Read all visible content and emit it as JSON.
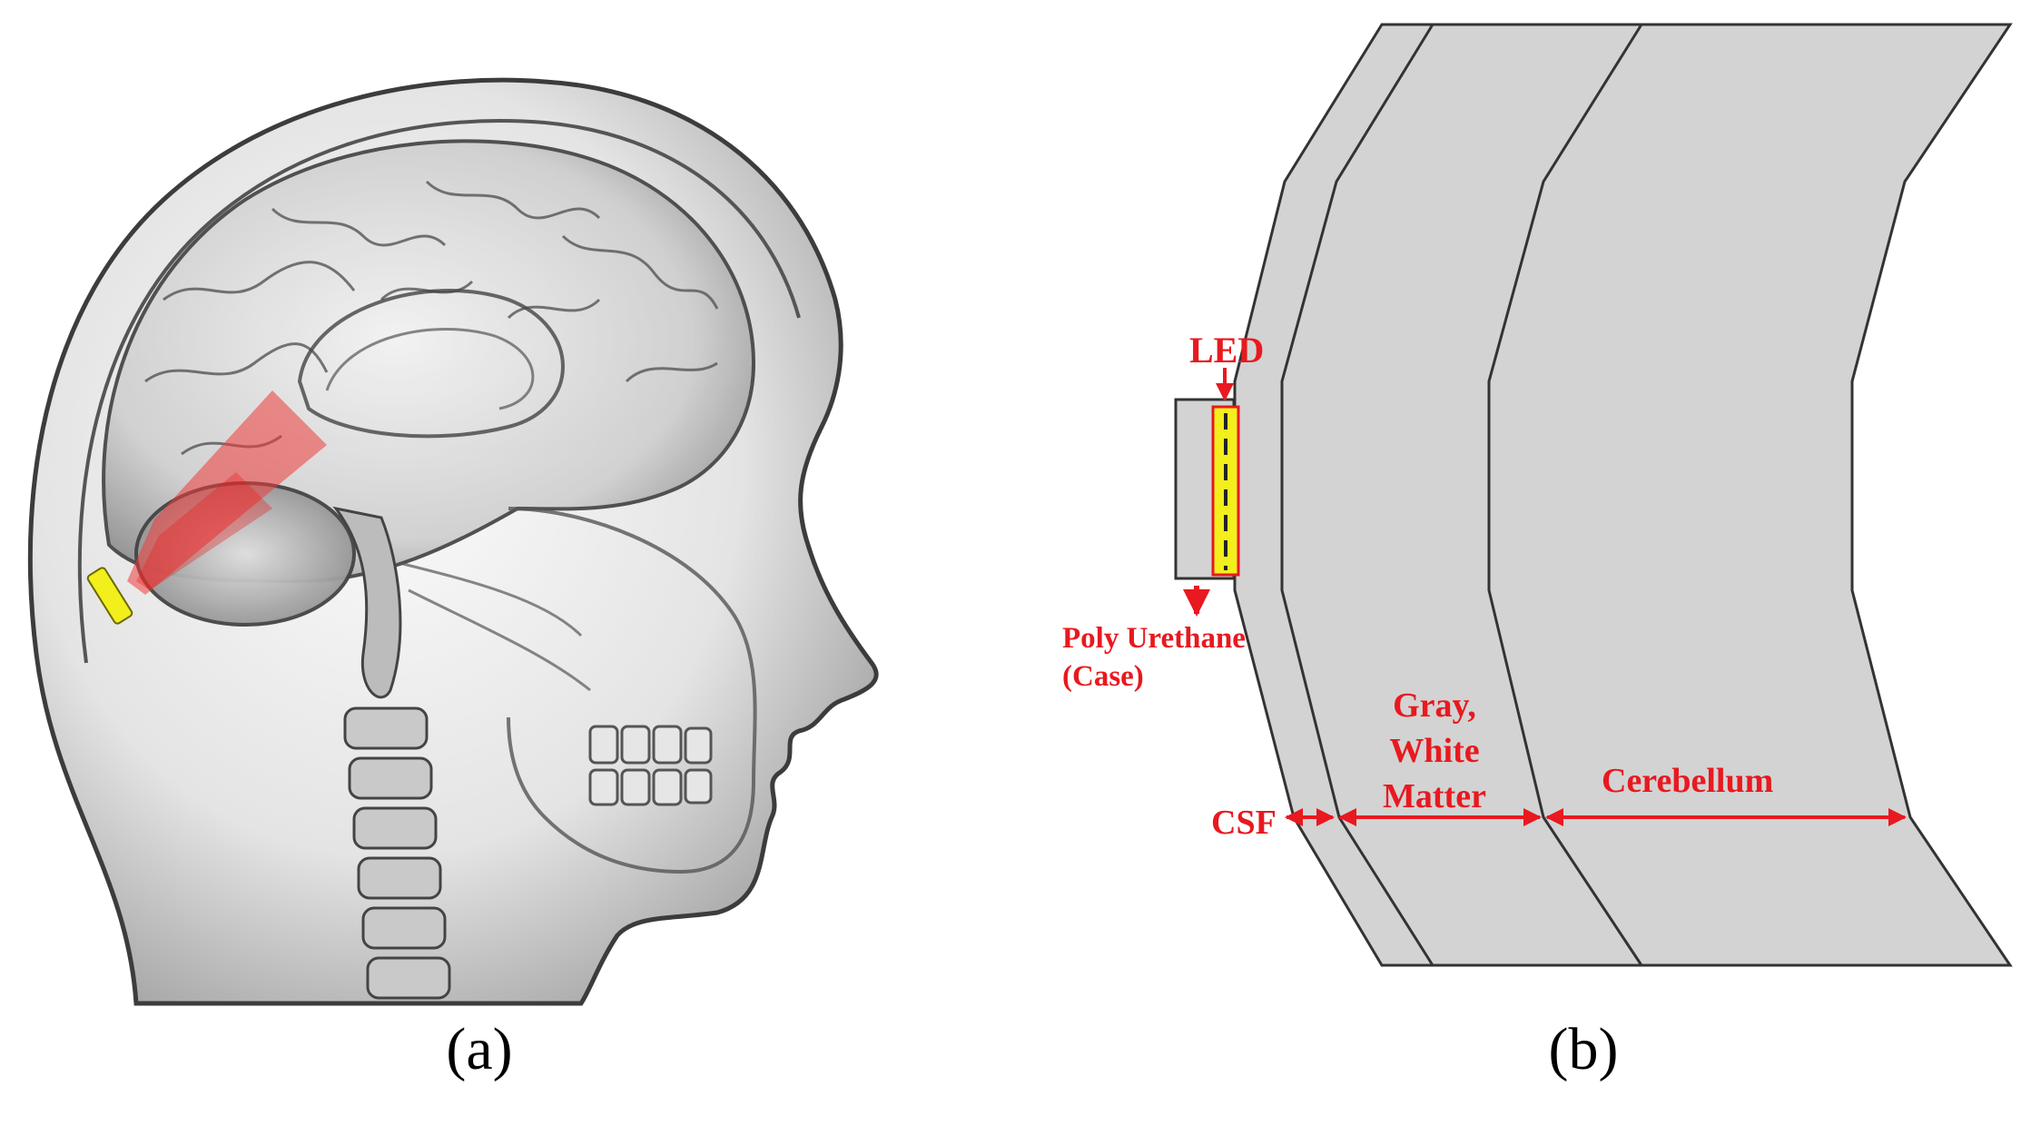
{
  "panels": {
    "a": {
      "caption": "(a)"
    },
    "b": {
      "caption": "(b)"
    }
  },
  "labels": {
    "led": "LED",
    "case_line1": "Poly Urethane",
    "case_line2": "(Case)",
    "matter_line1": "Gray,",
    "matter_line2": "White",
    "matter_line3": "Matter",
    "cerebellum": "Cerebellum",
    "csf": "CSF"
  },
  "colors": {
    "annotation_red": "#e8191f",
    "tissue_gray": "#d3d3d3",
    "led_yellow": "#f2ef1c",
    "light_beam": "#ef3b3b"
  }
}
